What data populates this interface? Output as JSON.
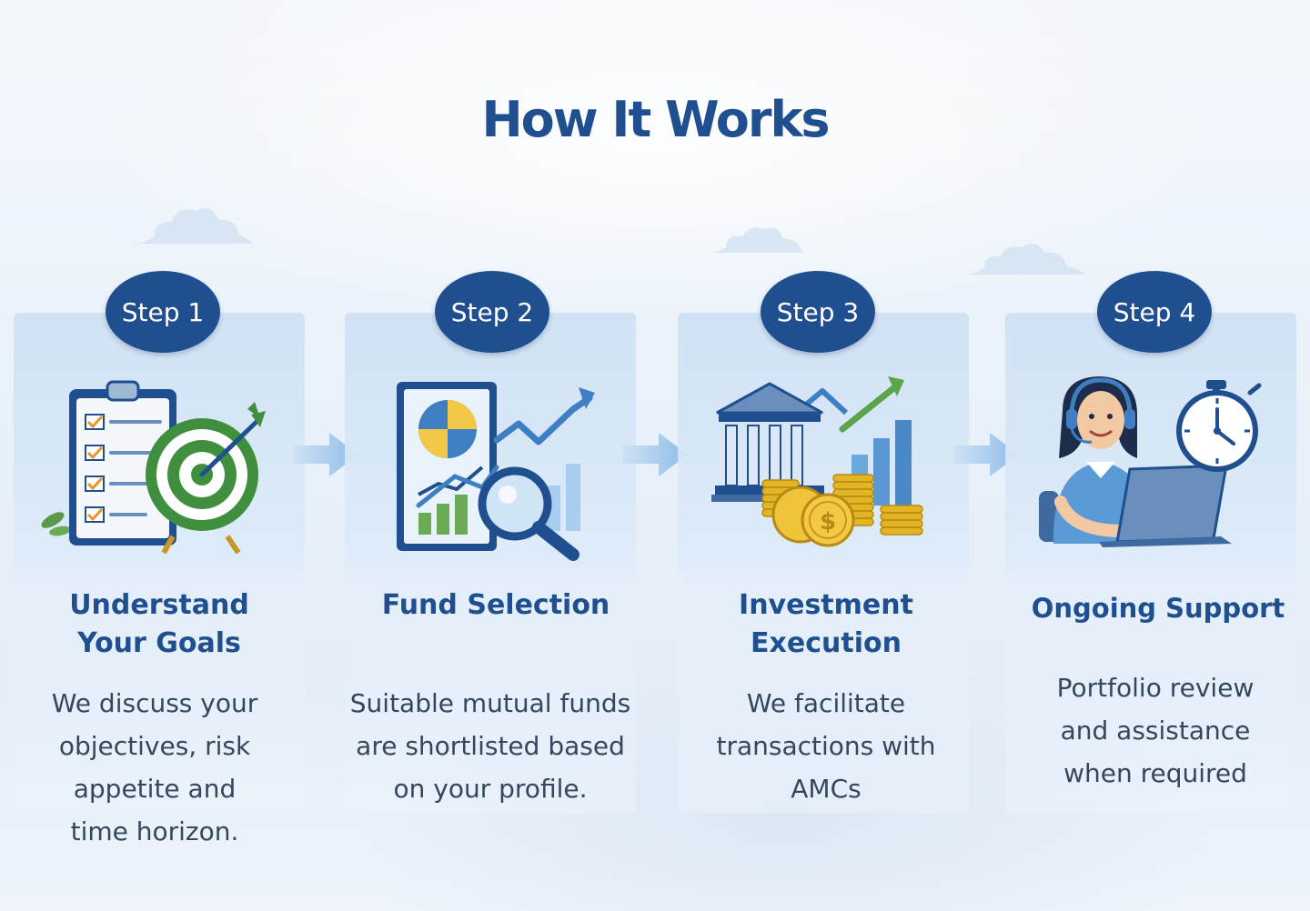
{
  "page": {
    "title": "How It Works"
  },
  "colors": {
    "primary": "#1f4f8f",
    "text": "#34475f",
    "green": "#3f9a45",
    "gold": "#e3b424",
    "light_blue": "#6aa8e0",
    "yellow": "#f3c846"
  },
  "steps": [
    {
      "badge": "Step 1",
      "title": "Understand\nYour Goals",
      "description": "We discuss your\nobjectives, risk\nappetite and\ntime horizon.",
      "icon": "clipboard-target-icon"
    },
    {
      "badge": "Step 2",
      "title": "Fund Selection",
      "description": "Suitable mutual funds\nare shortlisted based\non your profile.",
      "icon": "chart-magnifier-icon"
    },
    {
      "badge": "Step 3",
      "title": "Investment\nExecution",
      "description": "We facilitate\ntransactions with\nAMCs",
      "icon": "bank-coins-icon"
    },
    {
      "badge": "Step 4",
      "title": "Ongoing Support",
      "description": "Portfolio review\nand assistance\nwhen required",
      "icon": "support-agent-icon"
    }
  ]
}
